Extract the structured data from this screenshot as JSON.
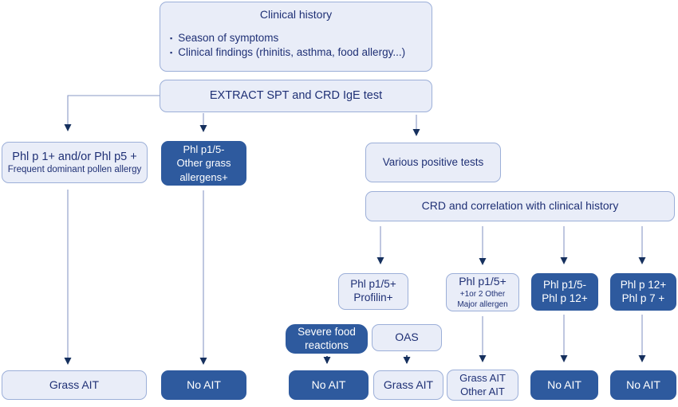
{
  "colors": {
    "background": "#ffffff",
    "light_fill": "#e9edf8",
    "light_border": "#9cafd8",
    "dark_fill": "#2e5a9e",
    "text_navy": "#1f3075",
    "text_white": "#ffffff",
    "arrow_line": "#8a99c6",
    "arrow_head": "#16305e"
  },
  "nodes": {
    "clinical_history": {
      "title": "Clinical history",
      "bullet_icon": "▪",
      "bullets": [
        "Season of symptoms",
        "Clinical  findings (rhinitis, asthma, food allergy...)"
      ]
    },
    "extract_test": {
      "label": "EXTRACT SPT and CRD IgE test"
    },
    "phl_p1_p5_pos": {
      "line1": "Phl p 1+ and/or Phl p5 +",
      "line2": "Frequent dominant pollen allergy"
    },
    "phl_p15_neg_other_grass": {
      "line1": "Phl p1/5-",
      "line2": "Other grass",
      "line3": "allergens+"
    },
    "various_positive_tests": {
      "label": "Various positive tests"
    },
    "crd_correlation": {
      "label": "CRD and correlation with clinical history"
    },
    "profilin": {
      "line1": "Phl p1/5+",
      "line2": "Profilin+"
    },
    "major_allergen": {
      "line1": "Phl p1/5+",
      "line2": "+1or 2 Other",
      "line3": "Major allergen"
    },
    "phl_p15_neg_p12_pos": {
      "line1": "Phl p1/5-",
      "line2": "Phl p 12+"
    },
    "phl_p12_p7_pos": {
      "line1": "Phl p 12+",
      "line2": "Phl p 7 +"
    },
    "severe_food_reactions": {
      "line1": "Severe food",
      "line2": "reactions"
    },
    "oas": {
      "label": "OAS"
    },
    "grass_ait_left": {
      "label": "Grass AIT"
    },
    "no_ait_1": {
      "label": "No AIT"
    },
    "no_ait_2": {
      "label": "No AIT"
    },
    "grass_ait_mid": {
      "label": "Grass AIT"
    },
    "grass_ait_other_ait": {
      "line1": "Grass AIT",
      "line2": "Other AIT"
    },
    "no_ait_3": {
      "label": "No AIT"
    },
    "no_ait_4": {
      "label": "No AIT"
    }
  }
}
